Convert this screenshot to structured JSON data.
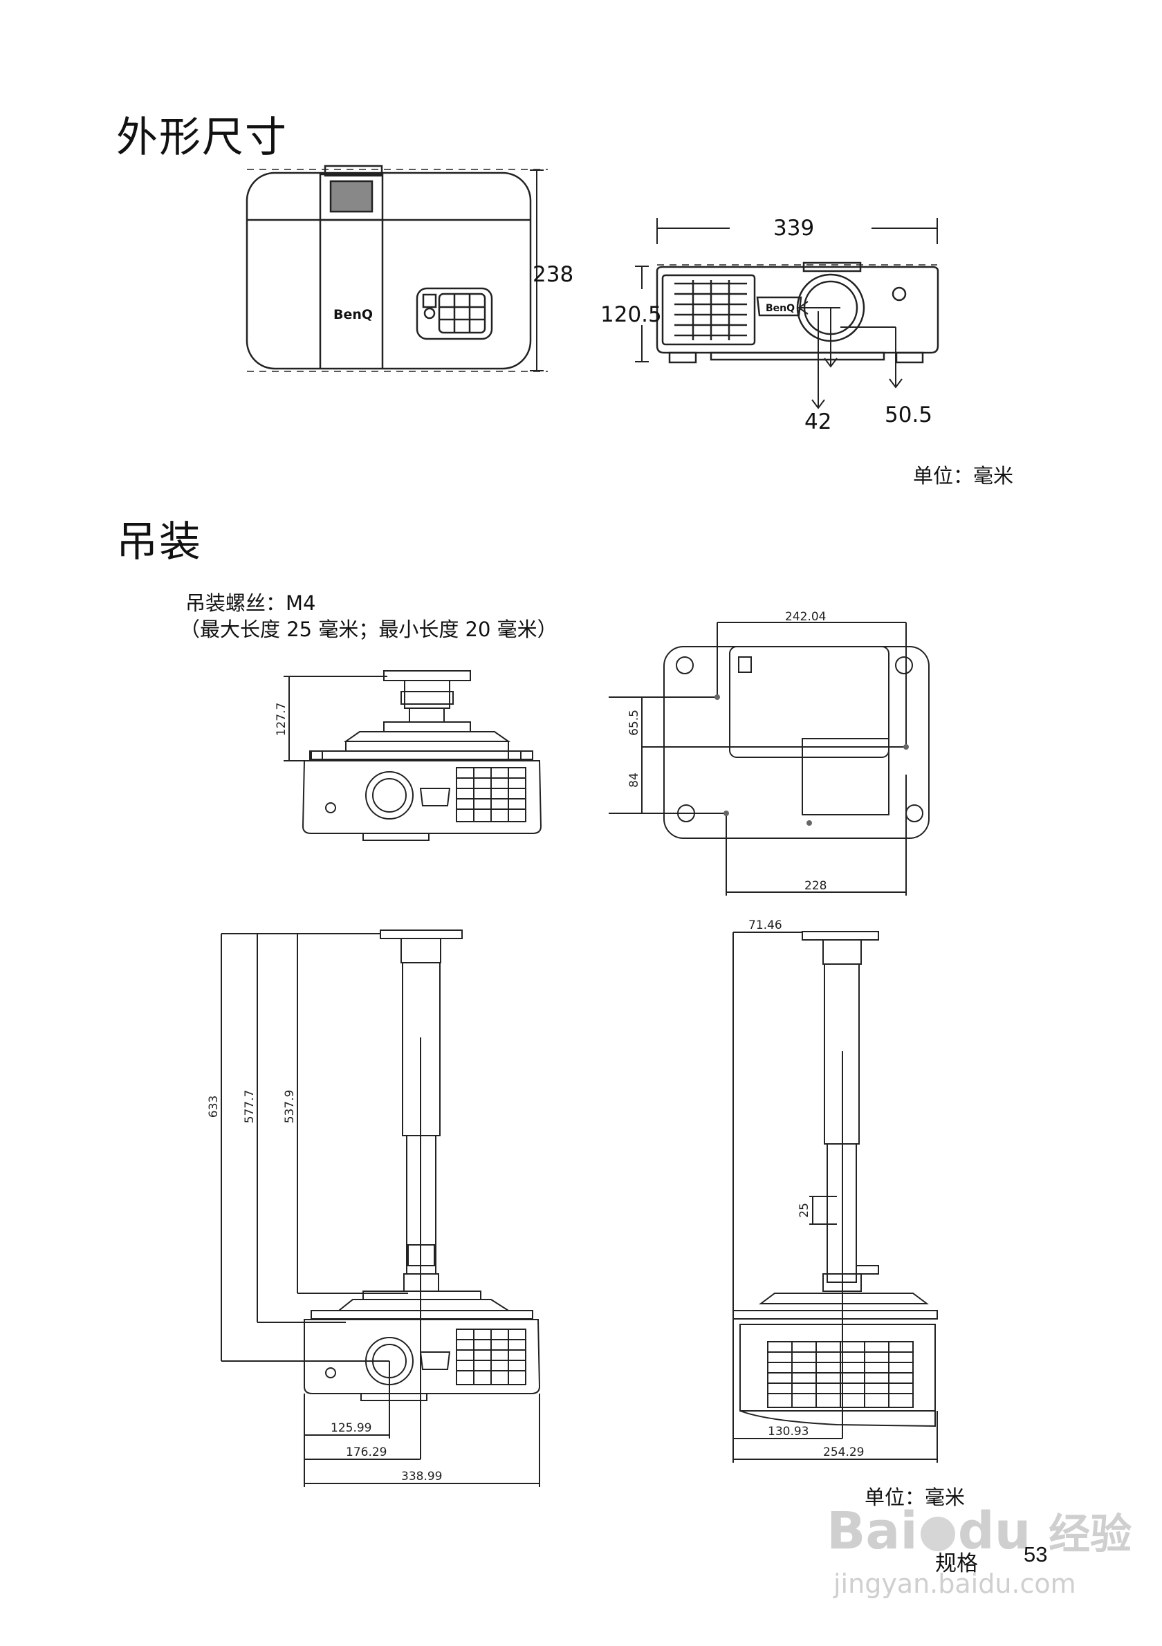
{
  "section1": {
    "title": "外形尺寸",
    "top_view": {
      "depth": "238",
      "logo": "BenQ"
    },
    "front_view": {
      "width": "339",
      "height": "120.5",
      "lens_offset_vertical": "42",
      "lens_offset_horizontal": "50.5",
      "logo": "BenQ"
    },
    "unit": "单位：毫米"
  },
  "section2": {
    "title": "吊装",
    "screw_line1": "吊装螺丝：M4",
    "screw_line2": "（最大长度 25 毫米；最小长度 20 毫米）",
    "front_mount": {
      "height": "127.7"
    },
    "bottom_view": {
      "top_width": "242.04",
      "v1": "65.5",
      "v2": "84",
      "bottom_width": "228"
    },
    "full_front": {
      "h1": "633",
      "h2": "577.7",
      "h3": "537.9",
      "w1": "125.99",
      "w2": "176.29",
      "w3": "338.99"
    },
    "full_side": {
      "top": "71.46",
      "step": "25",
      "w1": "130.93",
      "w2": "254.29"
    },
    "unit": "单位：毫米"
  },
  "footer": {
    "label": "规格",
    "page_number": "53"
  },
  "watermark": {
    "brand": "Bai",
    "brand2": "du",
    "brand_cn": "经验",
    "url": "jingyan.baidu.com"
  }
}
